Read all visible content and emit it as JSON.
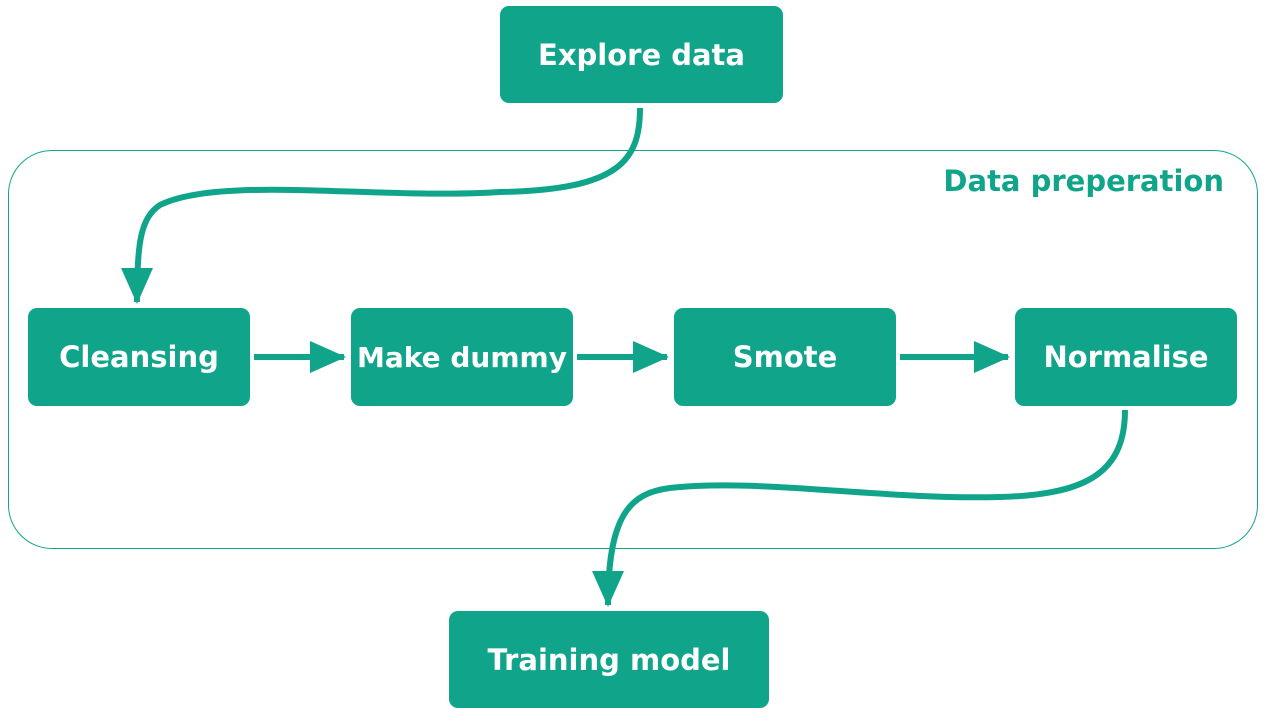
{
  "colors": {
    "accent": "#10a58a",
    "node_text": "#ffffff"
  },
  "group": {
    "label": "Data preperation"
  },
  "nodes": {
    "explore": "Explore data",
    "cleansing": "Cleansing",
    "make_dummy": "Make dummy",
    "smote": "Smote",
    "normalise": "Normalise",
    "training": "Training model"
  },
  "edges": [
    {
      "from": "Explore data",
      "to": "Cleansing"
    },
    {
      "from": "Cleansing",
      "to": "Make dummy"
    },
    {
      "from": "Make dummy",
      "to": "Smote"
    },
    {
      "from": "Smote",
      "to": "Normalise"
    },
    {
      "from": "Normalise",
      "to": "Training model"
    }
  ]
}
